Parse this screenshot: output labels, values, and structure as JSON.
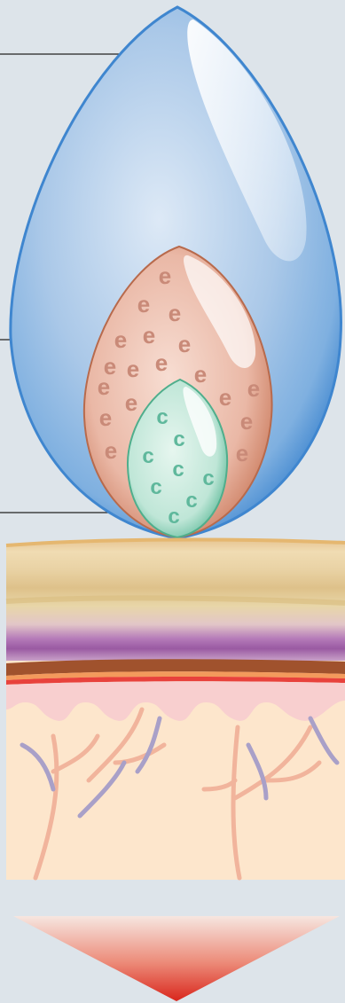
{
  "figure": {
    "layers": [
      {
        "id": "outer-drop",
        "color": "#9ec3e6"
      },
      {
        "id": "middle-layer",
        "color": "#e8b9a8",
        "glyph": "e",
        "glyph_color": "#c98a78"
      },
      {
        "id": "inner-core",
        "color": "#b9e3d5",
        "glyph": "c",
        "glyph_color": "#5fb89c"
      }
    ],
    "skin": {
      "strata_colors": [
        "#e9c896",
        "#e6cfa0",
        "#d8c08a",
        "#b680b8",
        "#a0522d",
        "#e8423c",
        "#f7c9c9"
      ],
      "dermis_color": "#fde6cc",
      "vessel_colors": {
        "artery": "#f1b49c",
        "vein": "#a9a0c8"
      }
    },
    "arrow": {
      "top_color": "#f4e0d8",
      "bottom_color": "#d9261c"
    }
  }
}
